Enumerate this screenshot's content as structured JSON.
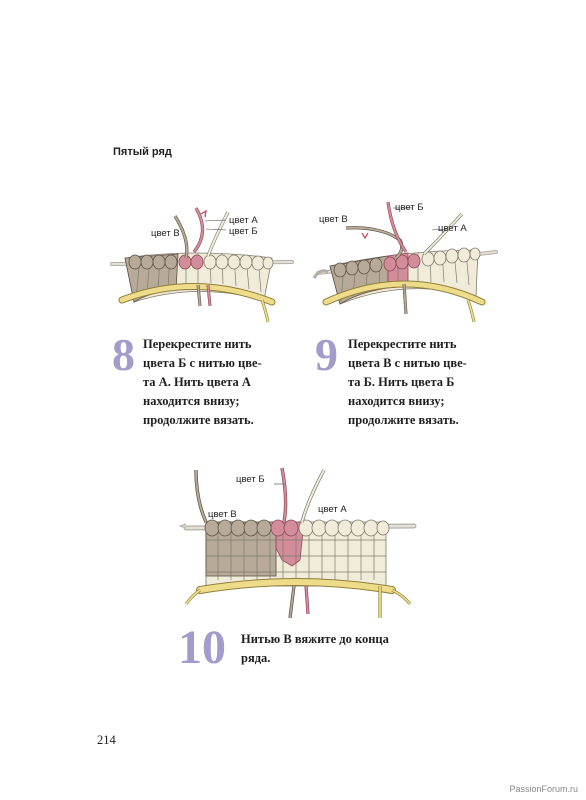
{
  "section_title": "Пятый ряд",
  "colors": {
    "cream": "#f1ecd9",
    "cream_stroke": "#7d7a6c",
    "brown": "#b7aa98",
    "brown_stroke": "#5c5247",
    "pink": "#d38c9a",
    "pink_stroke": "#8e4857",
    "yellow": "#eedc8a",
    "yellow_stroke": "#8f7f3a",
    "needle": "#dad6cf",
    "accent_purple": "#a39bc9"
  },
  "steps": [
    {
      "number": "8",
      "lines": [
        "Перекрестите нить",
        "цвета Б с нитью цве-",
        "та А. Нить цвета А",
        "находится внизу;",
        "продолжите вязать."
      ],
      "labels": {
        "color_a": "цвет А",
        "color_b": "цвет Б",
        "color_v": "цвет В"
      }
    },
    {
      "number": "9",
      "lines": [
        "Перекрестите нить",
        "цвета В с нитью цве-",
        "та Б. Нить цвета Б",
        "находится внизу;",
        "продолжите вязать."
      ],
      "labels": {
        "color_a": "цвет А",
        "color_b": "цвет Б",
        "color_v": "цвет В"
      }
    },
    {
      "number": "10",
      "lines": [
        "Нитью В вяжите до конца",
        "ряда."
      ],
      "labels": {
        "color_a": "цвет А",
        "color_b": "цвет Б",
        "color_v": "цвет В"
      }
    }
  ],
  "page_number": "214",
  "watermark": "PassionForum.ru"
}
